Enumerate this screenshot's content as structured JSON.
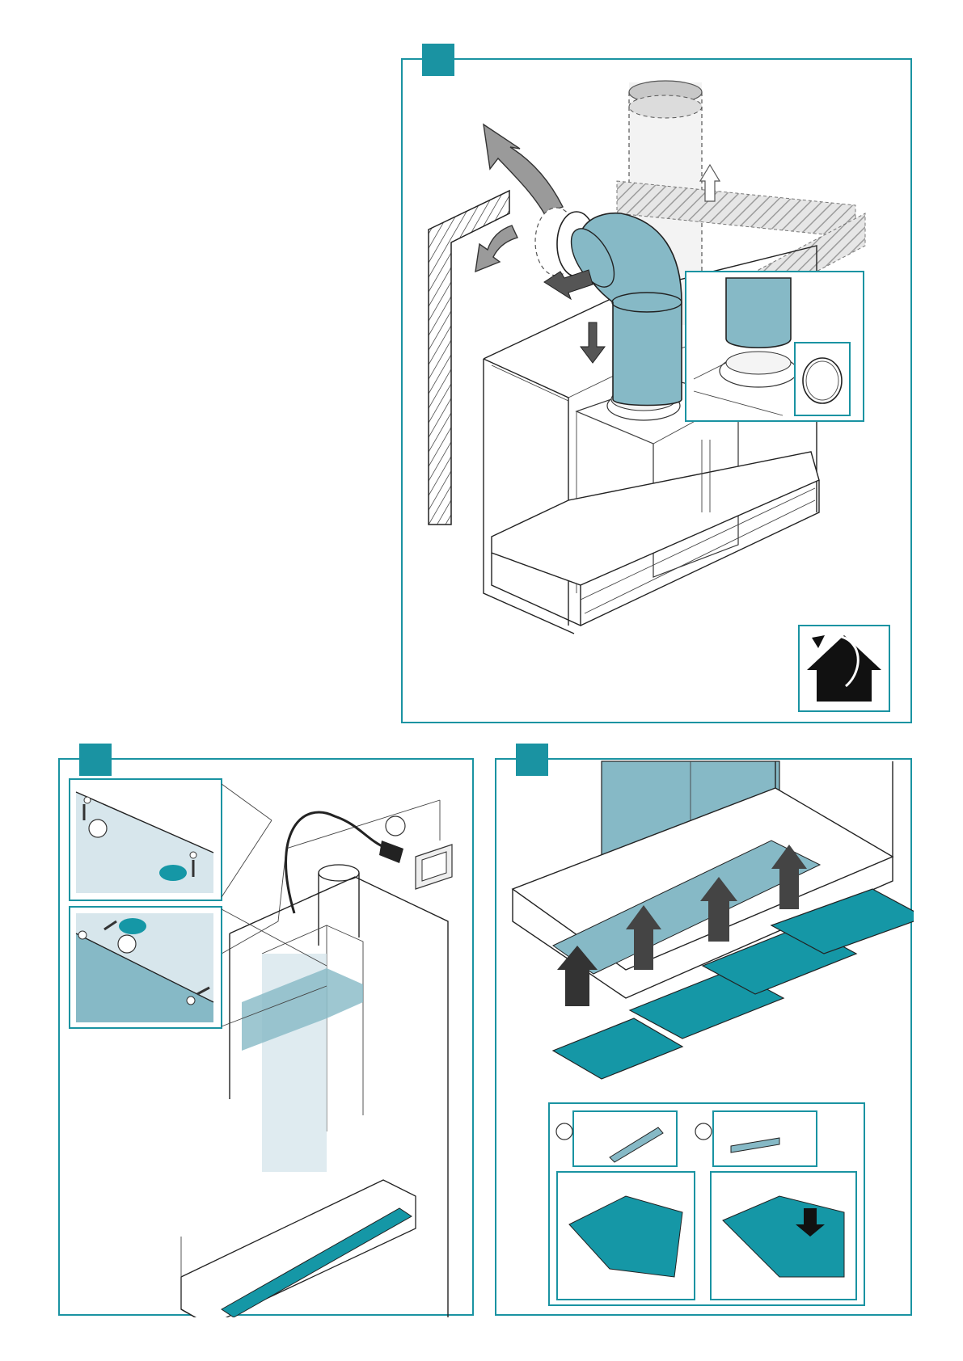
{
  "page": {
    "accent_color": "#1a93a2",
    "panel_fill_teal": "#86b9c6",
    "panel_fill_teal_dark": "#1597a6"
  },
  "panels": [
    {
      "id": "ducting",
      "step_label": ""
    },
    {
      "id": "electrical-connection",
      "step_label": ""
    },
    {
      "id": "filter-removal",
      "step_label": ""
    }
  ],
  "icons": {
    "ducting_mode": "house-extraction-icon"
  }
}
